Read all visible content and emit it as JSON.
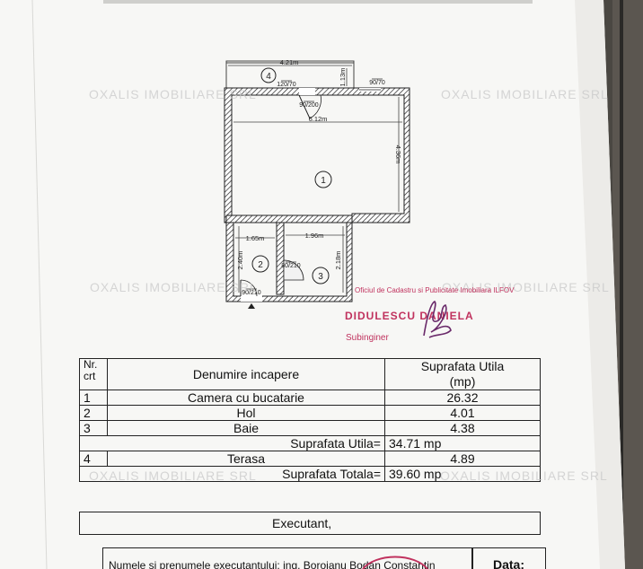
{
  "plan": {
    "dims": {
      "terrace_width": "4.21m",
      "terrace_depth": "1.13m",
      "room_width": "6.12m",
      "room_depth": "4.36m",
      "hol_width": "1.65m",
      "hol_depth": "2.40m",
      "baie_width": "1.96m",
      "baie_depth": "2.18m"
    },
    "doors": {
      "terrace_door": "120/70",
      "main_door": "90/200",
      "window_top": "90/70",
      "baie_door": "80/210",
      "entry_door": "90/210"
    },
    "room_numbers": [
      "1",
      "2",
      "3",
      "4"
    ]
  },
  "watermark": "OXALIS IMOBILIARE SRL",
  "stamp": {
    "office": "Oficiul de Cadastru si Publicitate Imobiliara ILFOV",
    "name": "DIDULESCU DANIELA",
    "title": "Subinginer"
  },
  "table": {
    "headers": {
      "nr": "Nr.",
      "crt": "crt",
      "name": "Denumire incapere",
      "area": "Suprafata Utila",
      "unit": "(mp)"
    },
    "rows": [
      {
        "nr": "1",
        "name": "Camera cu bucatarie",
        "area": "26.32"
      },
      {
        "nr": "2",
        "name": "Hol",
        "area": "4.01"
      },
      {
        "nr": "3",
        "name": "Baie",
        "area": "4.38"
      }
    ],
    "subtotal_label": "Suprafata Utila=",
    "subtotal_value": "34.71 mp",
    "terrace": {
      "nr": "4",
      "name": "Terasa",
      "area": "4.89"
    },
    "total_label": "Suprafata Totala=",
    "total_value": "39.60 mp"
  },
  "executant": "Executant,",
  "footer": {
    "name_label": "Numele si prenumele executantului:",
    "name_value": "ing. Borojanu Bodan Constantin",
    "date_label": "Data:"
  }
}
